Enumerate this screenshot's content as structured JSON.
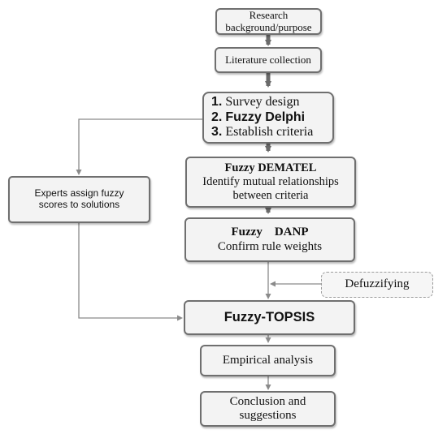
{
  "nodes": {
    "research": {
      "line1": "Research",
      "line2": "background/purpose"
    },
    "literature": {
      "label": "Literature collection"
    },
    "steps": {
      "items": [
        {
          "num": "1.",
          "text": "Survey design"
        },
        {
          "num": "2.",
          "text": "Fuzzy Delphi"
        },
        {
          "num": "3.",
          "text": "Establish criteria"
        }
      ]
    },
    "dematel": {
      "title": "Fuzzy DEMATEL",
      "line1": "Identify mutual relationships",
      "line2": "between criteria"
    },
    "danp": {
      "title": "Fuzzy    DANP",
      "line1": "Confirm rule weights"
    },
    "experts": {
      "line1": "Experts assign fuzzy",
      "line2": "scores to solutions"
    },
    "defuzz": {
      "label": "Defuzzifying"
    },
    "topsis": {
      "label": "Fuzzy-TOPSIS"
    },
    "empirical": {
      "label": "Empirical analysis"
    },
    "conclusion": {
      "line1": "Conclusion and",
      "line2": "suggestions"
    }
  },
  "colors": {
    "box_border": "#6f6f6f",
    "box_fill": "#f3f3f3",
    "arrow": "#6a6a6a",
    "thin_line": "#8a8a8a"
  }
}
